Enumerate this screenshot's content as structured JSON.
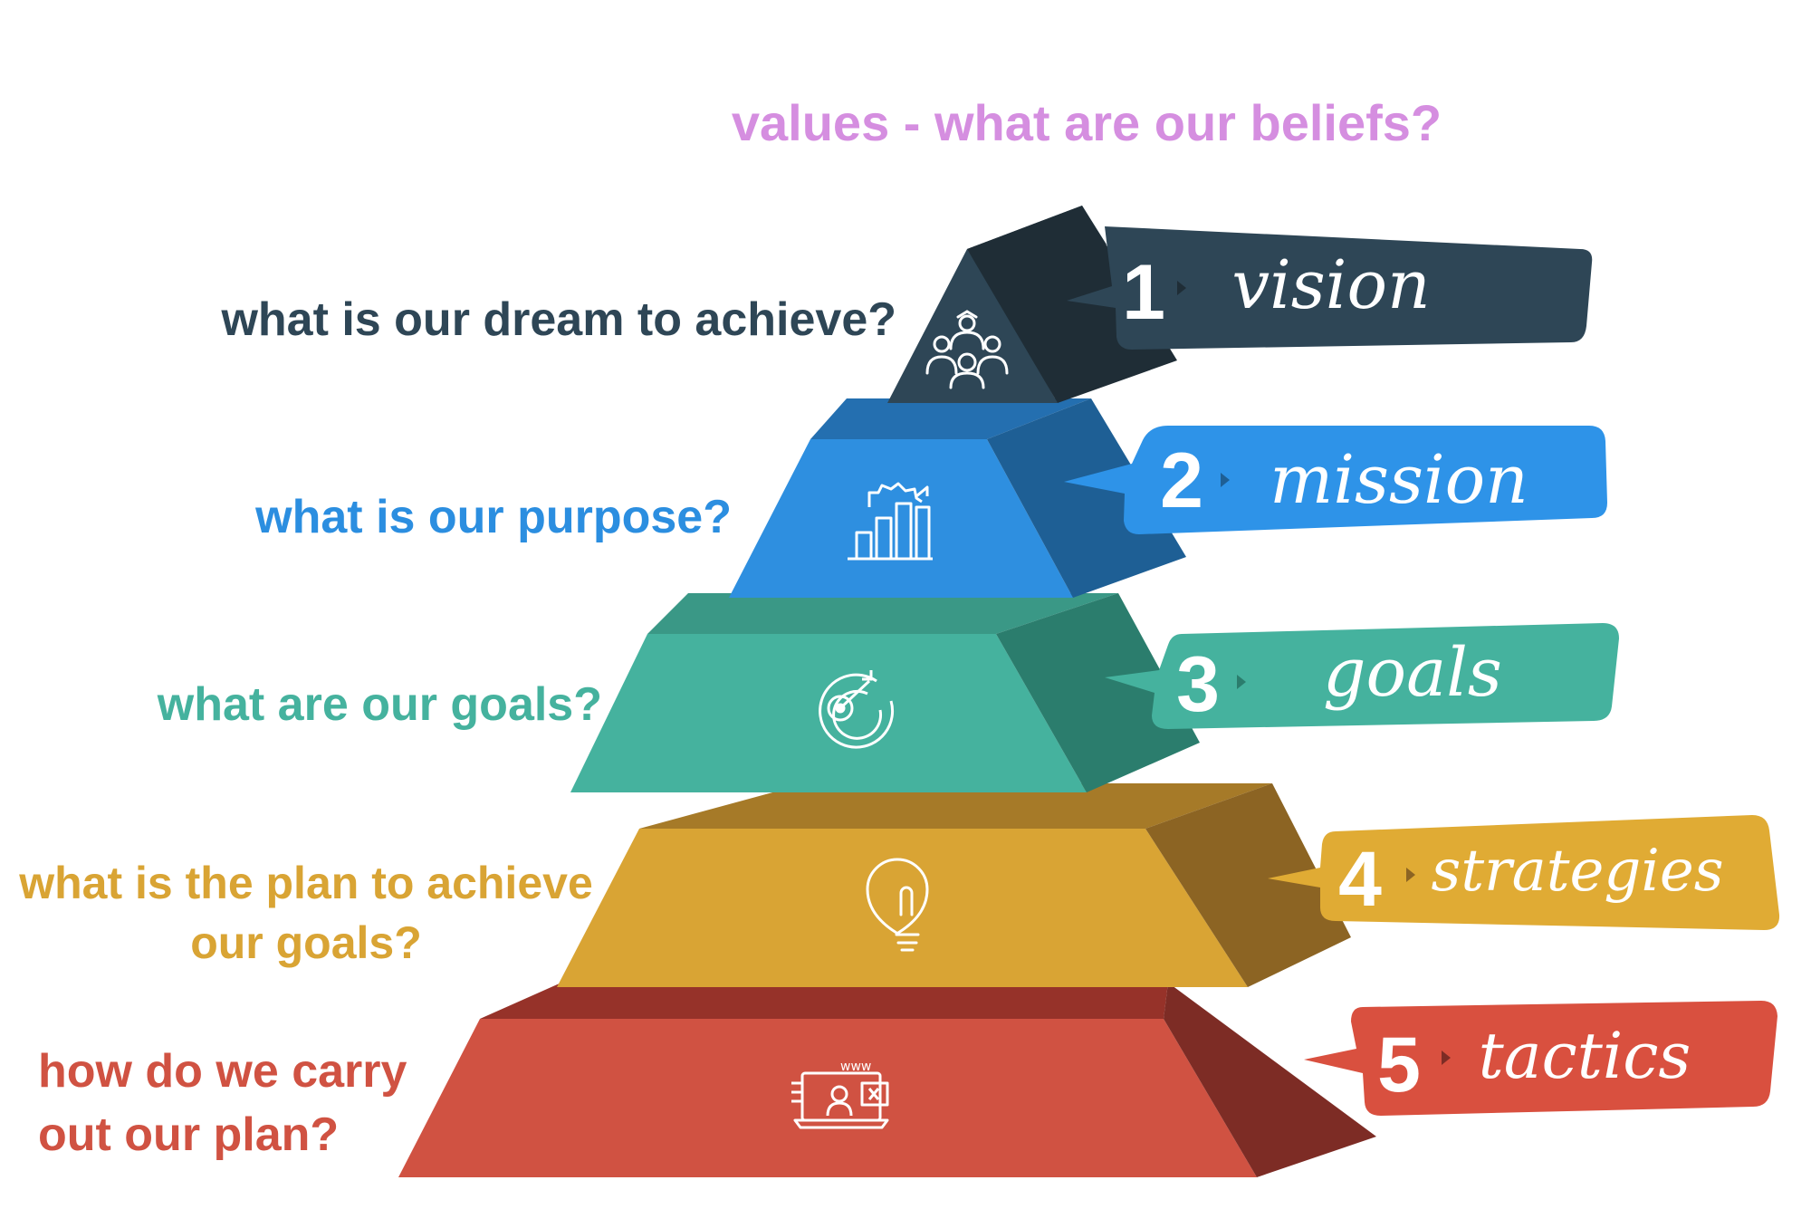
{
  "title": "values - what are our beliefs?",
  "colors": {
    "title": "#d58ee0",
    "level1": "#2e4656",
    "level2": "#2b8ee0",
    "level3": "#45b29e",
    "level4": "#d9a434",
    "level5": "#d05242"
  },
  "levels": [
    {
      "number": "1",
      "name": "vision",
      "question": "what is our dream to achieve?",
      "icon": "team-people-icon",
      "front": "#2e4656",
      "side": "#1f2d36",
      "top": "#243a47",
      "tag": "#2e4656"
    },
    {
      "number": "2",
      "name": "mission",
      "question": "what is our purpose?",
      "icon": "growth-chart-gear-icon",
      "front": "#2e8fe0",
      "side": "#1e5f95",
      "top": "#246fb0",
      "tag": "#2e93e8"
    },
    {
      "number": "3",
      "name": "goals",
      "question": "what are our goals?",
      "icon": "target-icon",
      "front": "#45b29e",
      "side": "#2b7d6d",
      "top": "#3a9886",
      "tag": "#45b29e"
    },
    {
      "number": "4",
      "name": "strategies",
      "question_lines": [
        "what is the plan to achieve",
        "our goals?"
      ],
      "icon": "lightbulb-icon",
      "front": "#d9a434",
      "side": "#8c6423",
      "top": "#a67a28",
      "tag": "#e0ab34"
    },
    {
      "number": "5",
      "name": "tactics",
      "question_lines": [
        "how do we carry",
        "out our plan?"
      ],
      "icon": "web-laptop-tools-icon",
      "front": "#d05242",
      "side": "#7d2c25",
      "top": "#963229",
      "tag": "#d9503f"
    }
  ]
}
